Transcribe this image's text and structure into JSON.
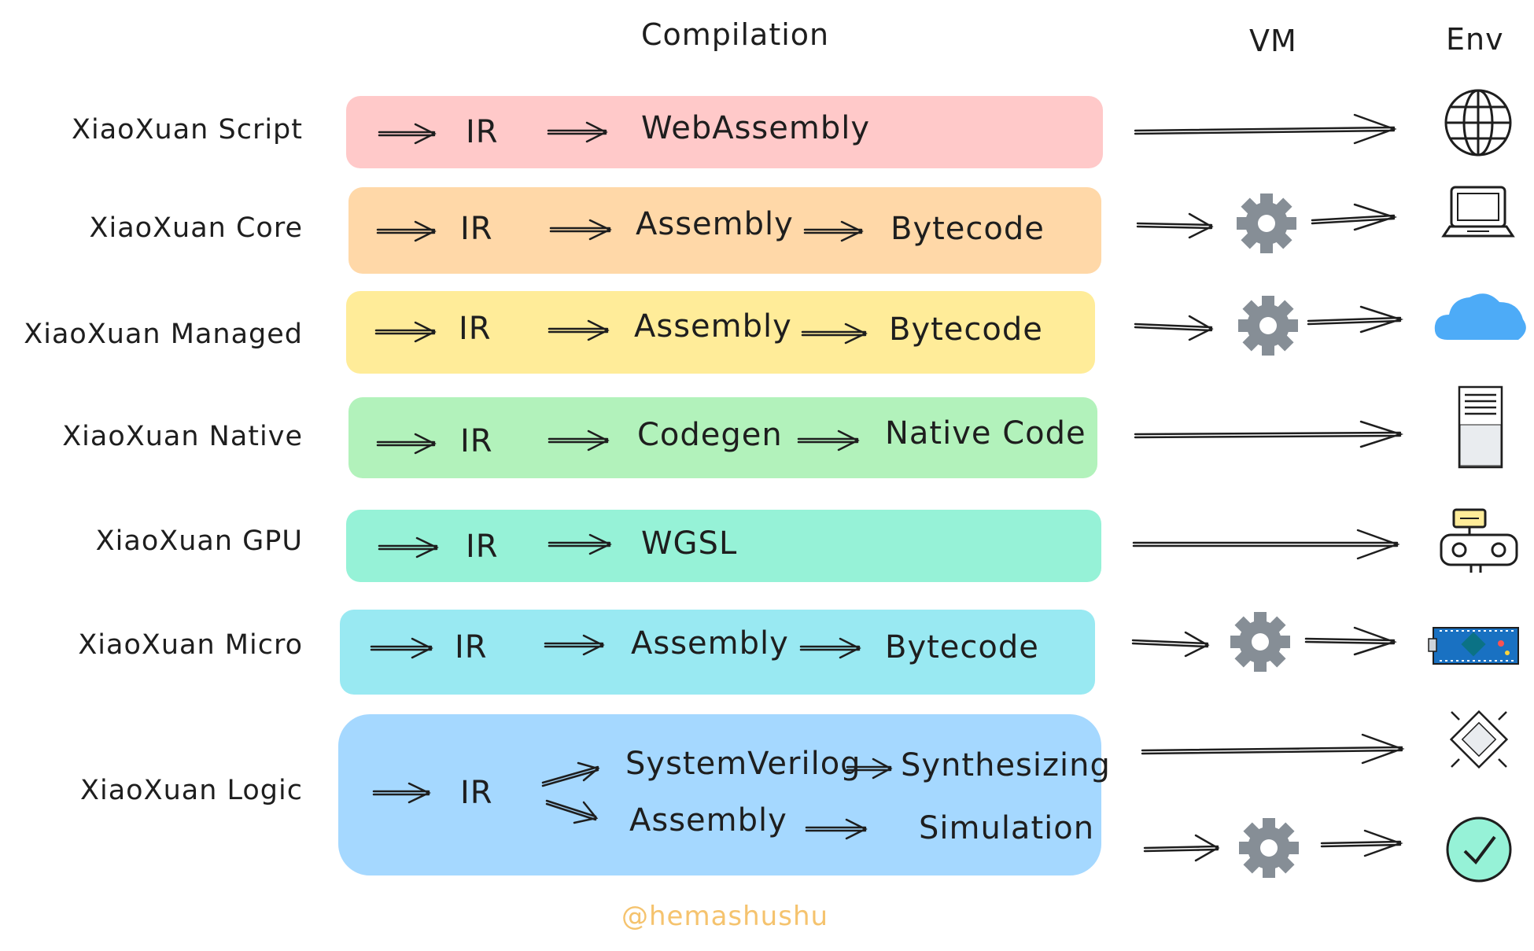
{
  "headers": {
    "compilation": "Compilation",
    "vm": "VM",
    "env": "Env"
  },
  "colors": {
    "script": "#ffc9c9",
    "core": "#ffd8a8",
    "managed": "#ffec99",
    "native": "#b2f2bb",
    "gpu": "#96f2d7",
    "micro": "#99e9f2",
    "logic": "#a5d8ff",
    "gear": "#868e96",
    "cloud": "#4dabf7",
    "watermark": "#f5c36e"
  },
  "rows": {
    "script": {
      "name": "XiaoXuan Script",
      "steps": [
        "IR",
        "WebAssembly"
      ],
      "env_icon": "globe-icon"
    },
    "core": {
      "name": "XiaoXuan Core",
      "steps": [
        "IR",
        "Assembly",
        "Bytecode"
      ],
      "env_icon": "laptop-icon"
    },
    "managed": {
      "name": "XiaoXuan Managed",
      "steps": [
        "IR",
        "Assembly",
        "Bytecode"
      ],
      "env_icon": "cloud-icon"
    },
    "native": {
      "name": "XiaoXuan Native",
      "steps": [
        "IR",
        "Codegen",
        "Native Code"
      ],
      "env_icon": "server-icon"
    },
    "gpu": {
      "name": "XiaoXuan GPU",
      "steps": [
        "IR",
        "WGSL"
      ],
      "env_icon": "robot-icon"
    },
    "micro": {
      "name": "XiaoXuan Micro",
      "steps": [
        "IR",
        "Assembly",
        "Bytecode"
      ],
      "env_icon": "microcontroller-board-icon"
    },
    "logic": {
      "name": "XiaoXuan Logic",
      "ir": "IR",
      "upper": [
        "SystemVerilog",
        "Synthesizing"
      ],
      "lower": [
        "Assembly",
        "Simulation"
      ],
      "env_icons": [
        "chip-icon",
        "checkmark-badge-icon"
      ]
    }
  },
  "watermark": "@hemashushu"
}
